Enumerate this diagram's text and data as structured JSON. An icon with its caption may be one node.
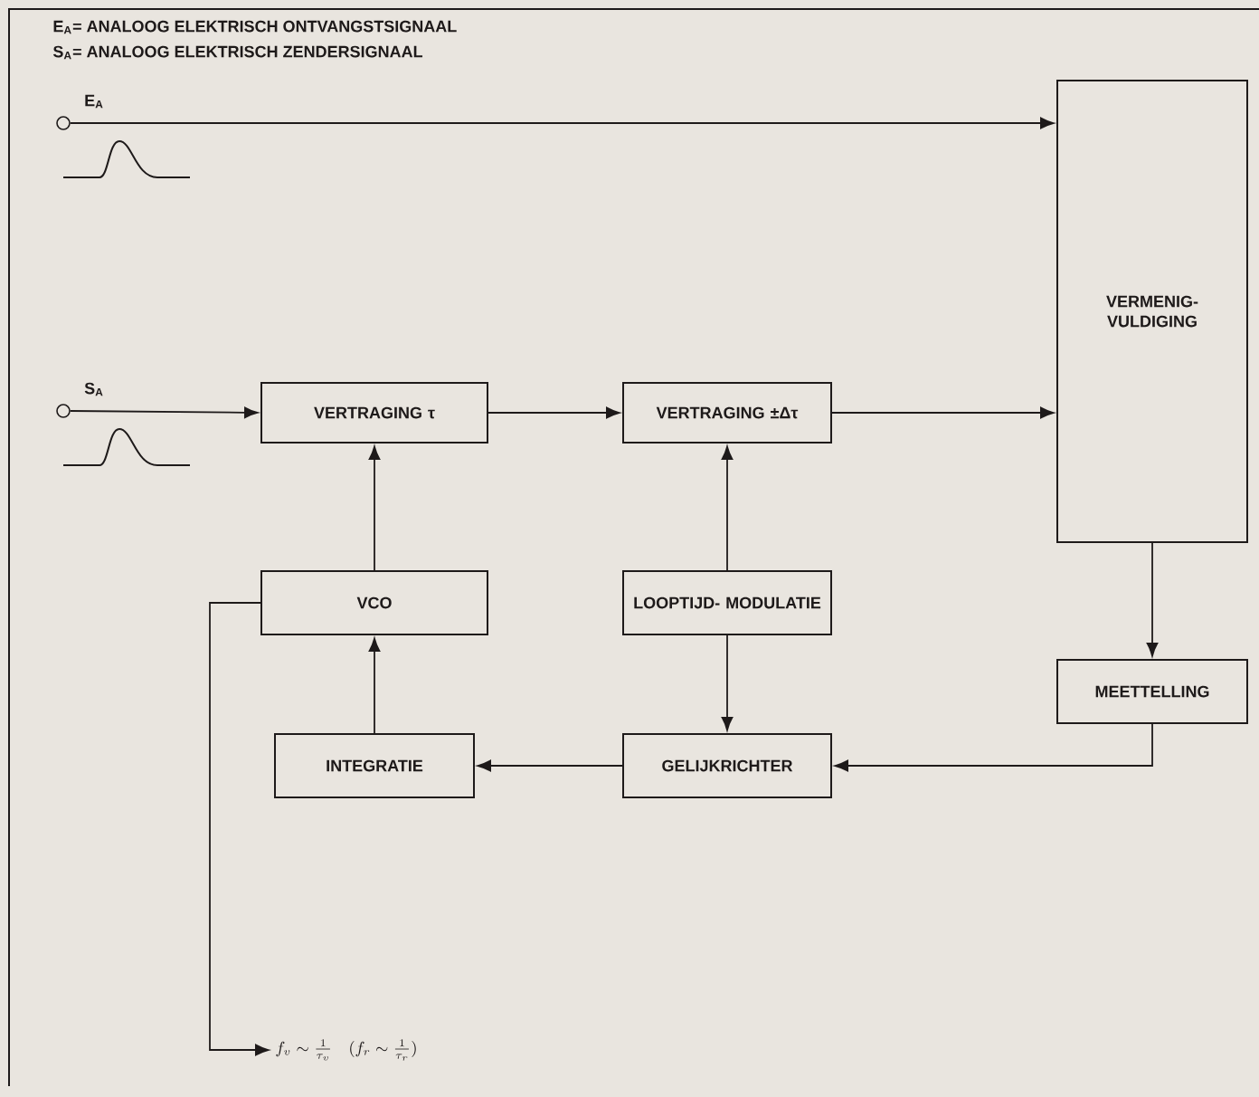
{
  "diagram": {
    "nodes": [
      {
        "text": [],
        "shape": "circle",
        "beside": [
          "E$_{A}$"
        ]
      },
      {
        "text": [],
        "shape": "circle",
        "beside": [
          "S$_{A}$"
        ]
      },
      {
        "text": [
          "VERTRAGING τ"
        ]
      },
      {
        "text": [
          "VERTRAGING ±Δτ"
        ]
      },
      {
        "text": [
          "VERMENIG- VULDIGING"
        ]
      },
      {
        "text": [
          "VCO"
        ]
      },
      {
        "text": [
          "LOOPTIJD- MODULATIE"
        ]
      },
      {
        "text": [
          "MEETTELLING"
        ]
      },
      {
        "text": [
          "INTEGRATIE"
        ]
      },
      {
        "text": [
          "GELIJKRICHTER"
        ]
      },
      {
        "text": [
          "f_v \\sim \\frac{1}{\\tau_v} \\quad (f_r \\sim \\frac{1}{\\tau_r})"
        ]
      }
    ],
    "edges": [
      {
        "from": 0,
        "to": 4,
        "arrow": "to"
      },
      {
        "from": 1,
        "to": 2,
        "arrow": "to"
      },
      {
        "from": 2,
        "to": 3,
        "arrow": "to"
      },
      {
        "from": 3,
        "to": 4,
        "arrow": "to"
      },
      {
        "from": 5,
        "to": 2,
        "arrow": "to"
      },
      {
        "from": 6,
        "to": 3,
        "arrow": "to"
      },
      {
        "from": 4,
        "to": 7,
        "arrow": "to"
      },
      {
        "from": 6,
        "to": 9,
        "arrow": "to"
      },
      {
        "from": 7,
        "to": 9,
        "arrow": "to"
      },
      {
        "from": 9,
        "to": 8,
        "arrow": "to"
      },
      {
        "from": 8,
        "to": 5,
        "arrow": "to"
      },
      {
        "from": 5,
        "to": 10,
        "arrow": "to"
      }
    ],
    "labels": [
      "E$_{A}$= ANALOOG ELEKTRISCH ONTVANGSTSIGNAAL",
      "S$_{A}$= ANALOOG ELEKTRISCH ZENDERSIGNAAL"
    ]
  }
}
